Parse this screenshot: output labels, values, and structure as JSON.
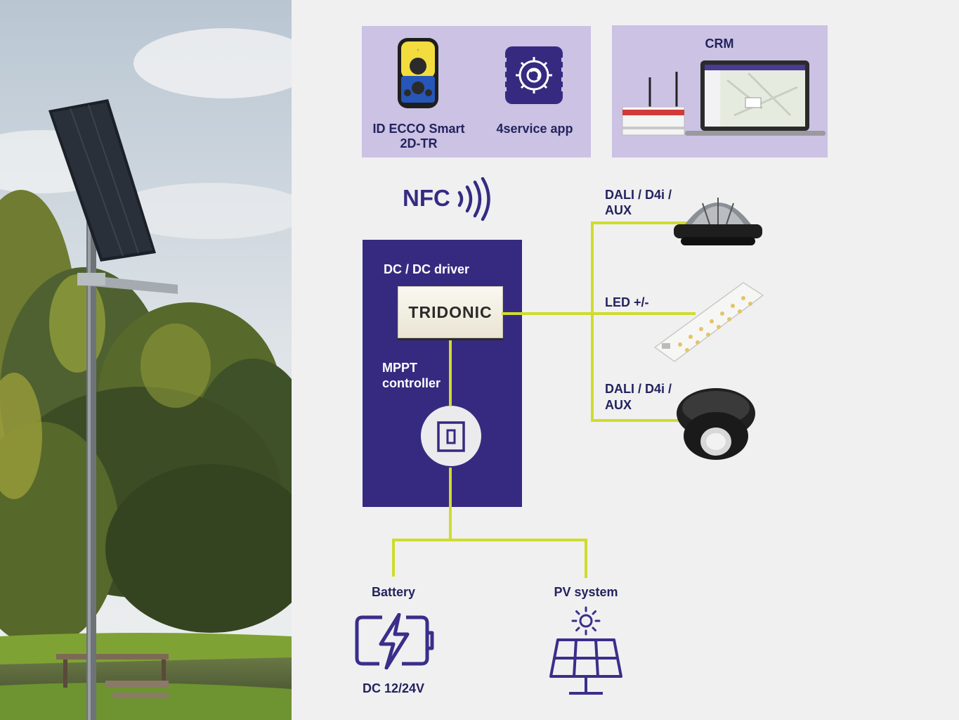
{
  "crm": {
    "title": "CRM"
  },
  "tools": {
    "id_ecco": {
      "line1": "ID ECCO Smart",
      "line2": "2D-TR"
    },
    "service_app": {
      "label": "4service app"
    }
  },
  "nfc": {
    "label": "NFC"
  },
  "driver": {
    "title": "DC / DC driver",
    "brand": "TRIDONIC",
    "mppt_line1": "MPPT",
    "mppt_line2": "controller"
  },
  "outputs": [
    {
      "line1": "DALI / D4i /",
      "line2": "AUX"
    },
    {
      "line1": "LED +/-"
    },
    {
      "line1": "DALI / D4i /",
      "line2": "AUX"
    }
  ],
  "power": {
    "battery": {
      "label": "Battery",
      "voltage": "DC 12/24V"
    },
    "pv": {
      "label": "PV system"
    }
  },
  "colors": {
    "navy": "#362a80",
    "lavender": "#cbc2e4",
    "connector": "#cfdc2c",
    "icon": "#3a2e8a"
  }
}
